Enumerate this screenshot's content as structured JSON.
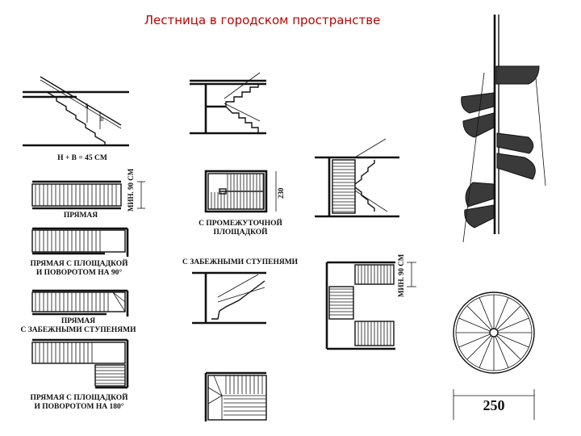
{
  "slide": {
    "title": "Лестница в городском пространстве"
  },
  "labels": {
    "formula": "h + B = 45 СМ",
    "min90_left": "МИН. 90 СМ",
    "straight": "ПРЯМАЯ",
    "straight_landing_90": "ПРЯМАЯ С ПЛОЩАДКОЙ\nИ ПОВОРОТОМ НА 90°",
    "straight_winders": "ПРЯМАЯ\nС ЗАБЕЖНЫМИ СТУПЕНЯМИ",
    "straight_landing_180": "ПРЯМАЯ С ПЛОЩАДКОЙ\nИ ПОВОРОТОМ НА 180°",
    "intermediate_landing": "С ПРОМЕЖУТОЧНОЙ\nПЛОЩАДКОЙ",
    "with_winders": "С ЗАБЕЖНЫМИ СТУПЕНЯМИ",
    "dim_230": "230",
    "min90_right": "МИН. 90 СМ",
    "diameter": "250",
    "h_mark": "h",
    "b_mark": "B"
  }
}
